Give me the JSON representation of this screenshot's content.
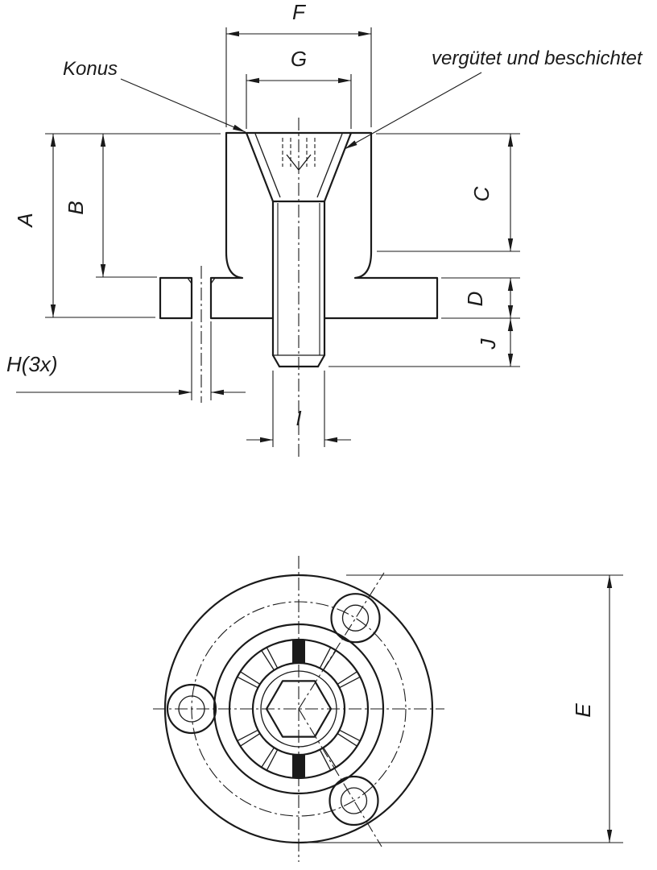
{
  "drawing": {
    "annotations": {
      "cone_label": "Konus",
      "treatment_note": "vergütet und beschichtet"
    },
    "dimensions": {
      "a": "A",
      "b": "B",
      "c": "C",
      "d": "D",
      "e": "E",
      "f": "F",
      "g": "G",
      "h": "H(3x)",
      "i": "I",
      "j": "J"
    },
    "colors": {
      "line": "#1a1a1a",
      "background": "#ffffff"
    }
  }
}
